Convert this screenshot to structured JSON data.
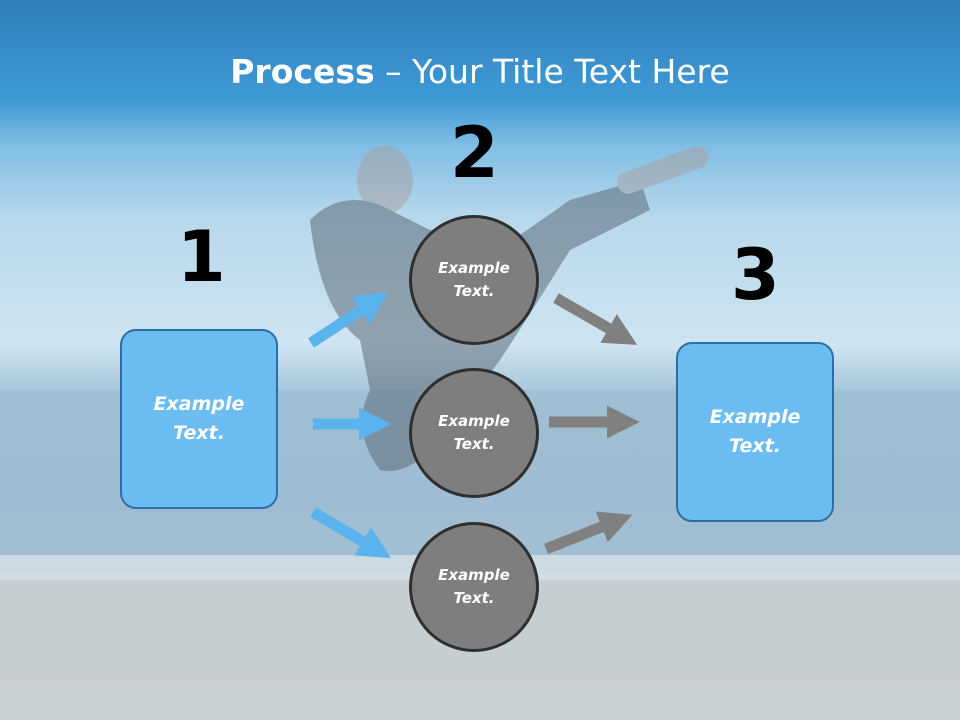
{
  "title": {
    "bold": "Process",
    "rest": " – Your Title Text Here"
  },
  "steps": [
    {
      "number": "1",
      "box_text": "Example Text."
    },
    {
      "number": "2",
      "circles": [
        "Example Text.",
        "Example Text.",
        "Example Text."
      ]
    },
    {
      "number": "3",
      "box_text": "Example Text."
    }
  ],
  "colors": {
    "box_fill": "#6bbcf0",
    "circle_fill": "#7e7e7e",
    "blue_arrow": "#5ab3ec",
    "gray_arrow": "#808080"
  }
}
